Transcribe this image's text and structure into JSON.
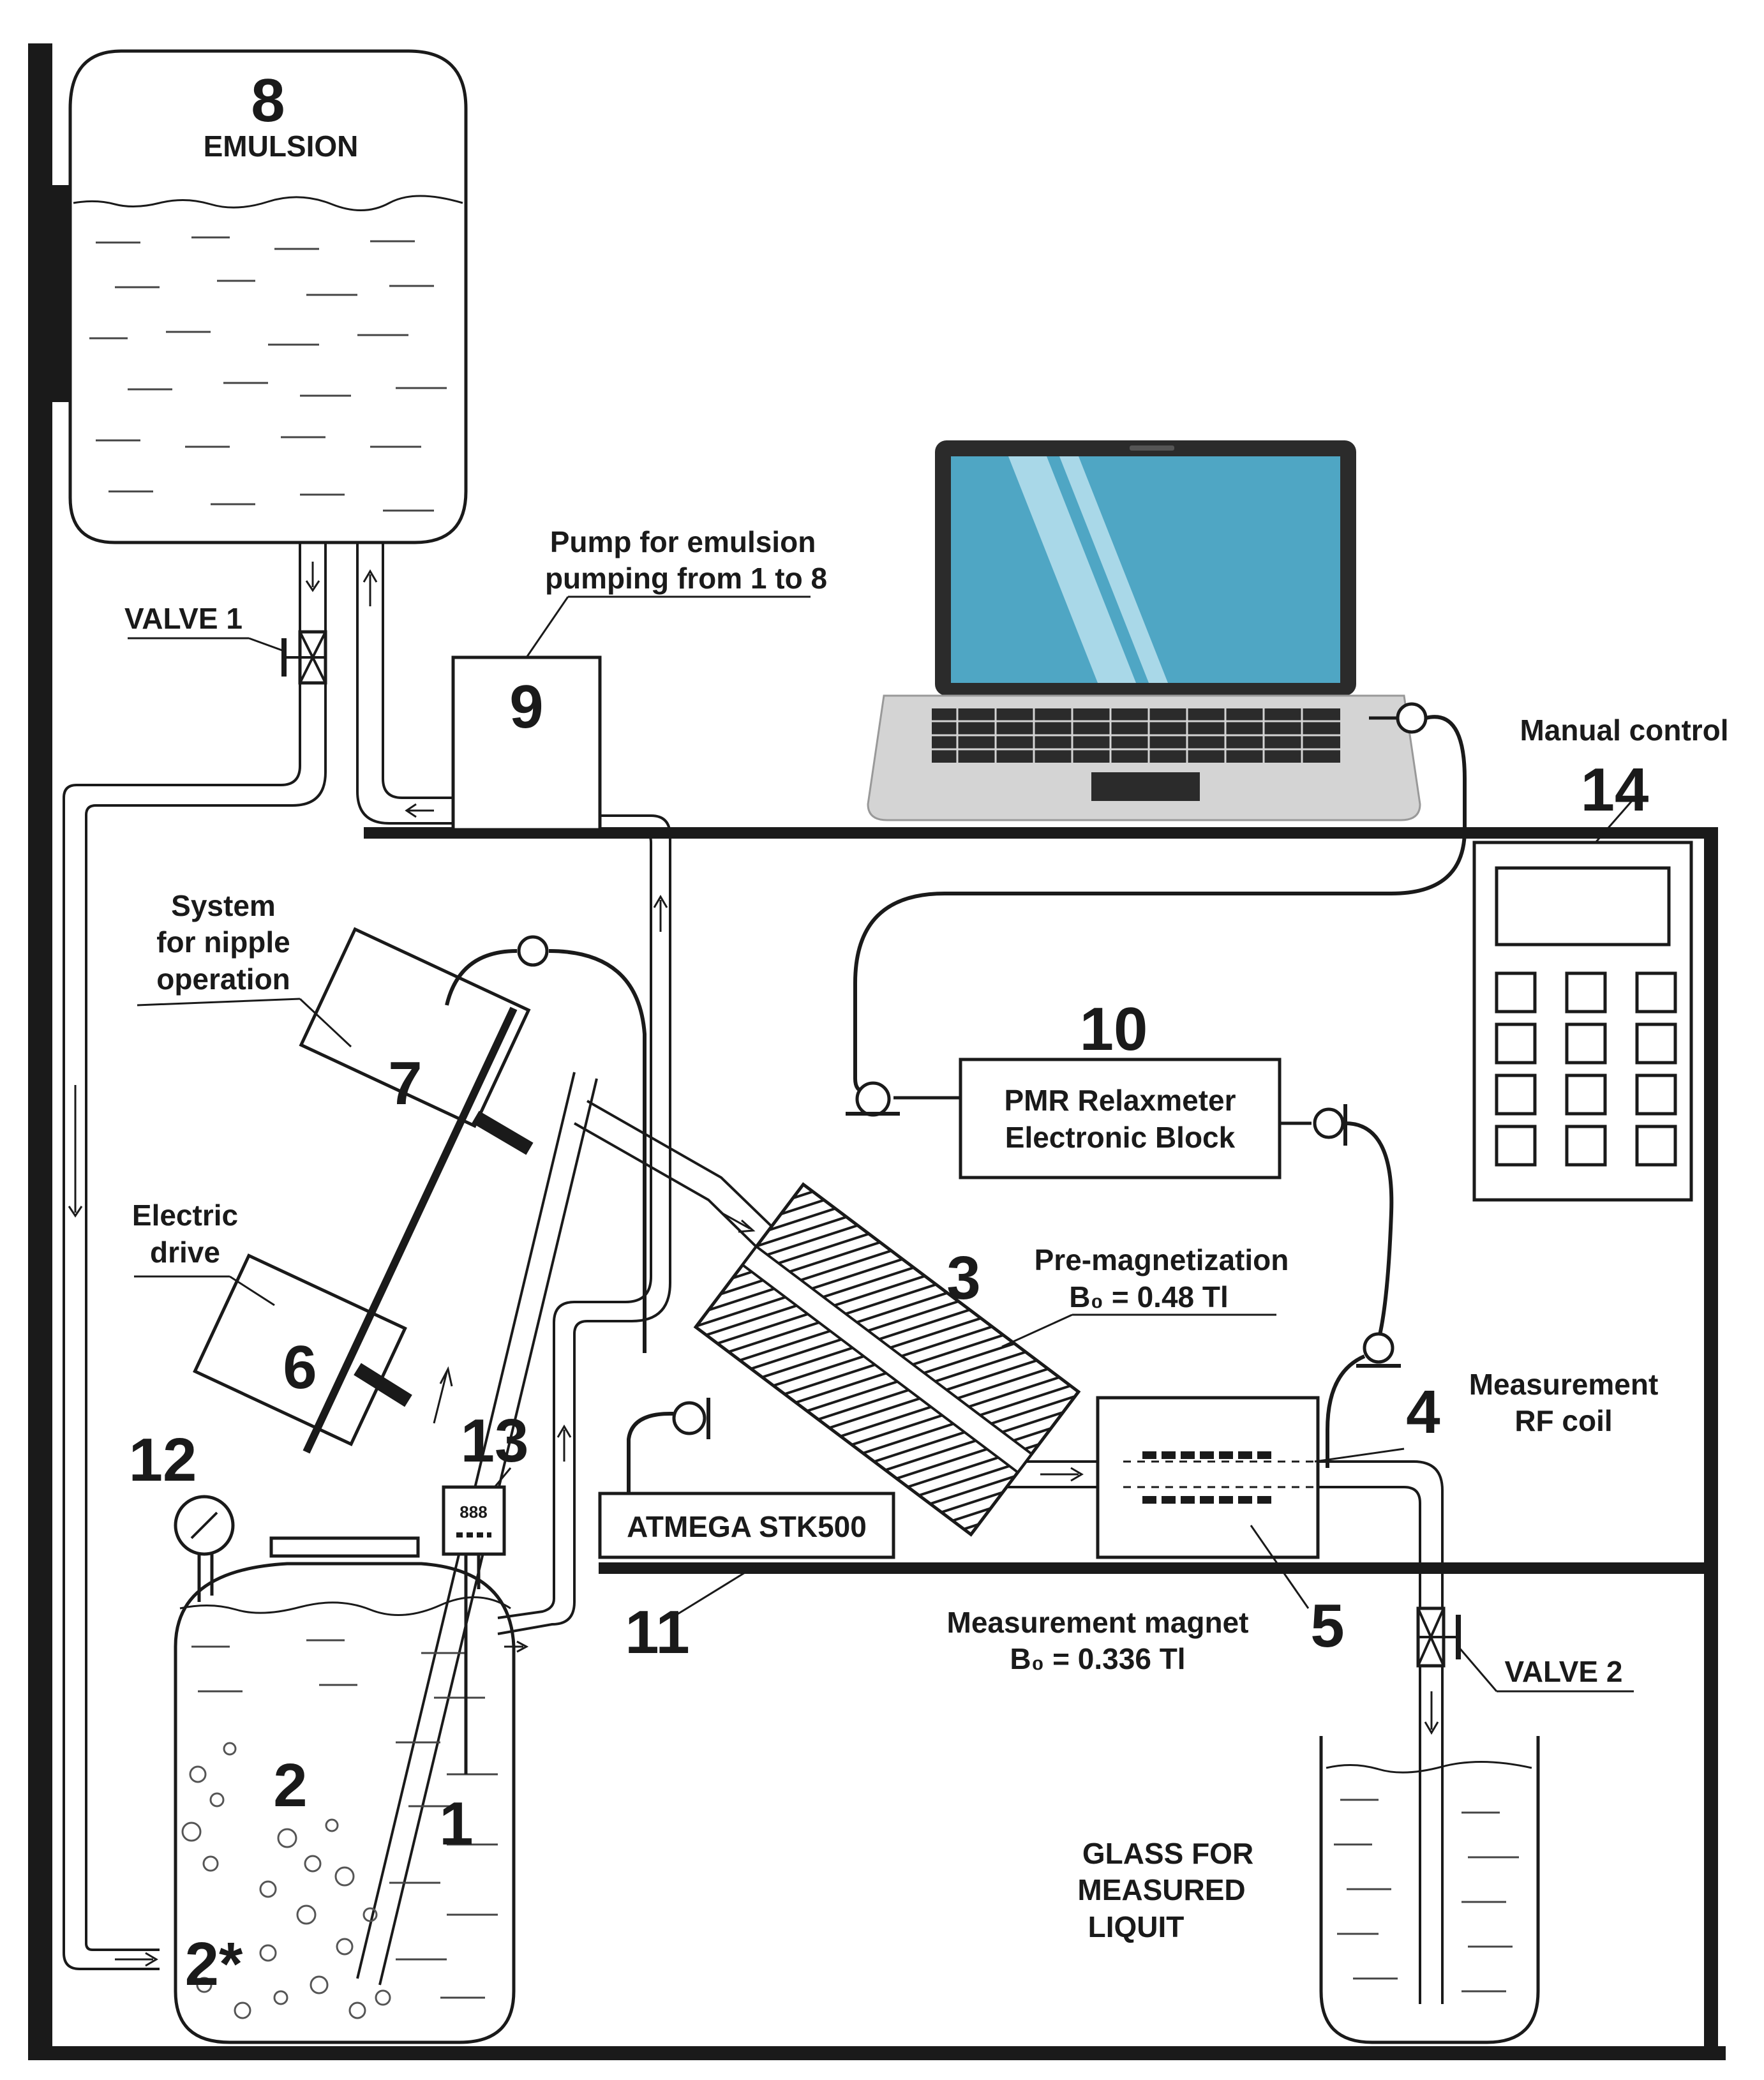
{
  "labels": {
    "n8": "8",
    "emulsion": "EMULSION",
    "valve1": "VALVE 1",
    "pump_line1": "Pump for emulsion",
    "pump_line2": "pumping from 1 to 8",
    "n9": "9",
    "manual_control": "Manual control",
    "n14": "14",
    "system_line1": "System",
    "system_line2": "for nipple",
    "system_line3": "operation",
    "n7": "7",
    "n10": "10",
    "pmr_line1": "PMR Relaxmeter",
    "pmr_line2": "Electronic Block",
    "electric_line1": "Electric",
    "electric_line2": "drive",
    "n6": "6",
    "n3": "3",
    "premag_line1": "Pre-magnetization",
    "premag_line2": "B₀ = 0.48 Tl",
    "measurement_line1": "Measurement",
    "measurement_line2": "RF coil",
    "n4": "4",
    "n12": "12",
    "n13": "13",
    "gauge_display": "888",
    "atmega": "ATMEGA STK500",
    "n11": "11",
    "magnet_line1": "Measurement magnet",
    "magnet_line2": "B₀ = 0.336 Tl",
    "n5": "5",
    "valve2": "VALVE 2",
    "n2": "2",
    "n1": "1",
    "n2star": "2*",
    "glass_line1": "GLASS FOR",
    "glass_line2": "MEASURED",
    "glass_line3": "LIQUIT"
  },
  "colors": {
    "ink": "#1a1a1a",
    "screen": "#4fa6c4",
    "screen_glare": "#a9d8e8",
    "laptop_body": "#d4d4d4",
    "laptop_frame": "#2b2b2b"
  }
}
